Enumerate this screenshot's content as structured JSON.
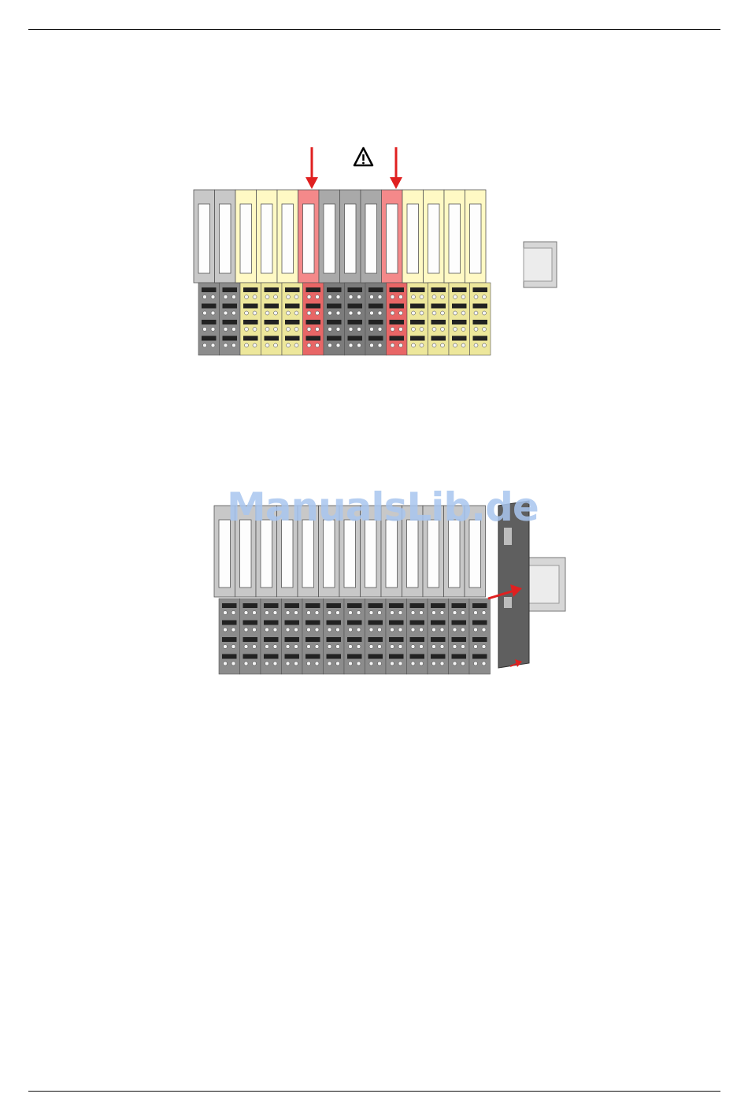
{
  "page": {
    "watermark": "ManualsLib.de"
  },
  "colors": {
    "warning_red": "#e02020",
    "module_yellow": "#fff9c4",
    "module_yellow_dark": "#ede79b",
    "module_red": "#f4898a",
    "module_red_dark": "#e86666",
    "module_grey": "#c8c8c8",
    "module_grey_dark": "#8c8c8c",
    "end_cap_dark": "#5f5f5f",
    "rail": "#d7d7d7",
    "watermark": "#a9c6ef"
  },
  "figures": [
    {
      "id": "figure-1",
      "description_icons": [
        "warning-icon",
        "red-arrow-icon",
        "red-arrow-icon"
      ],
      "module_colors": [
        "grey",
        "grey",
        "yellow",
        "yellow",
        "yellow",
        "red",
        "dark",
        "dark",
        "dark",
        "red",
        "yellow",
        "yellow",
        "yellow",
        "yellow"
      ]
    },
    {
      "id": "figure-2",
      "description_icons": [
        "red-arrow-icon",
        "red-arrow-icon"
      ],
      "module_colors": [
        "grey",
        "grey",
        "grey",
        "grey",
        "grey",
        "grey",
        "grey",
        "grey",
        "grey",
        "grey",
        "grey",
        "grey",
        "grey",
        "endcap"
      ]
    }
  ]
}
